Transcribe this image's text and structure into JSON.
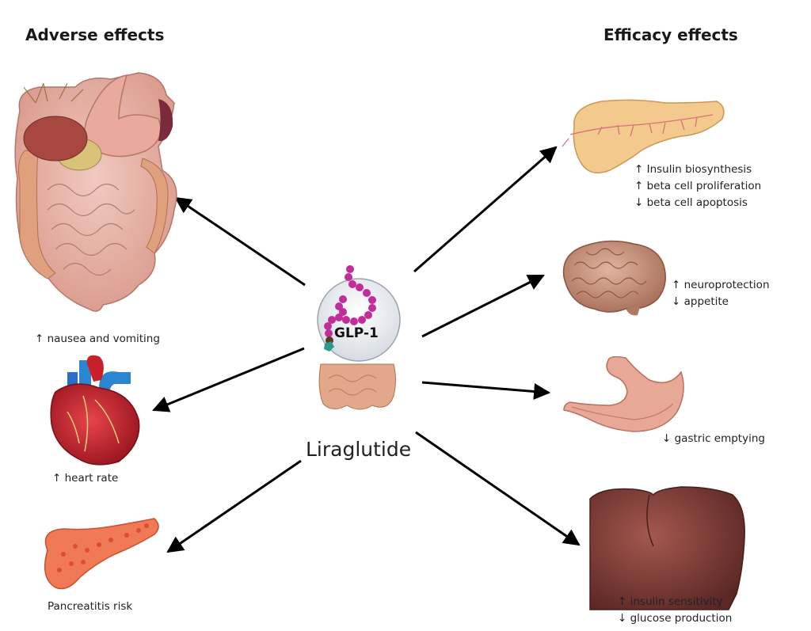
{
  "headings": {
    "adverse": "Adverse effects",
    "efficacy": "Efficacy effects"
  },
  "center": {
    "molecule_label": "GLP-1",
    "drug_name": "Liraglutide"
  },
  "adverse": {
    "nausea": "↑ nausea and vomiting",
    "heart_rate": "↑ heart rate",
    "pancreatitis": "Pancreatitis risk"
  },
  "efficacy": {
    "pancreas": [
      "↑ Insulin biosynthesis",
      "↑ beta cell proliferation",
      "↓ beta cell apoptosis"
    ],
    "brain": [
      "↑ neuroprotection",
      "↓ appetite"
    ],
    "stomach": [
      "↓ gastric emptying"
    ],
    "liver": [
      "↑ insulin sensitivity",
      "↓ glucose production"
    ]
  },
  "colors": {
    "arrow": "#000000",
    "intestine": "#e8b4a8",
    "stomach": "#e5a48c",
    "heart": "#c8202b",
    "vessel_blue": "#2a86d1",
    "pancreas": "#f3c98d",
    "pancreas_inflamed": "#f07a55",
    "brain": "#c9927a",
    "liver": "#7a3a35",
    "peptide_bead": "#c22d9a"
  },
  "icons": {
    "intestines": "digestive-system-icon",
    "heart": "heart-icon",
    "inflamed_pancreas": "inflamed-pancreas-icon",
    "pancreas": "pancreas-icon",
    "brain": "brain-icon",
    "stomach": "stomach-icon",
    "liver": "liver-icon",
    "molecule": "glp1-peptide-icon"
  }
}
